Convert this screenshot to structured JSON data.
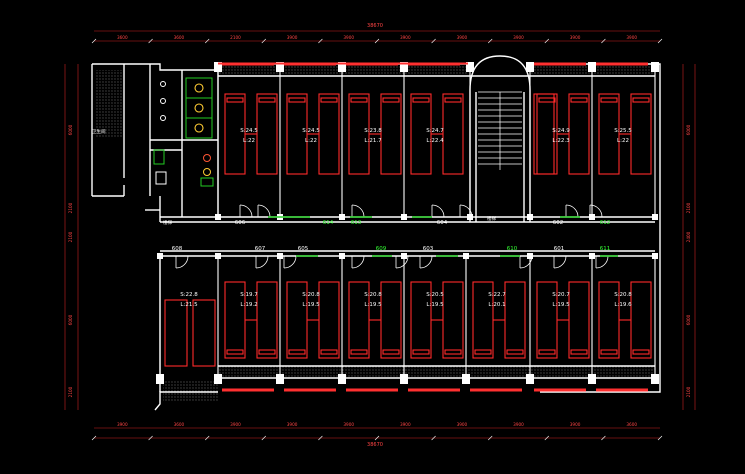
{
  "colors": {
    "background": "#000000",
    "wall": "#ffffff",
    "furniture": "#ff2a2a",
    "window": "#ff3030",
    "door_green": "#22cc22",
    "dim_line": "#cc2222",
    "dim_text": "#ff4444",
    "room_no_white": "#ffffff",
    "room_no_green": "#33ff33",
    "fixture": "#ffcc33",
    "hatch": "#bbbbbb"
  },
  "top_rooms": [
    {
      "area": "S:24.5",
      "length": "L:22"
    },
    {
      "area": "S:24.5",
      "length": "L:22"
    },
    {
      "area": "S:23.8",
      "length": "L:21.7"
    },
    {
      "area": "S:24.7",
      "length": "L:22.4"
    },
    {
      "area": "S:24.9",
      "length": "L:22.3"
    },
    {
      "area": "S:25.5",
      "length": "L:22"
    }
  ],
  "bottom_rooms": [
    {
      "area": "S:22.8",
      "length": "L:21.5"
    },
    {
      "area": "S:19.7",
      "length": "L:19.2"
    },
    {
      "area": "S:20.8",
      "length": "L:19.5"
    },
    {
      "area": "S:20.8",
      "length": "L:19.5"
    },
    {
      "area": "S:20.5",
      "length": "L:19.5"
    },
    {
      "area": "S:22.7",
      "length": "L:20.1"
    },
    {
      "area": "S:20.7",
      "length": "L:19.5"
    },
    {
      "area": "S:20.8",
      "length": "L:19.6"
    }
  ],
  "room_numbers_top": [
    "606",
    "614",
    "613",
    "604",
    "602",
    "612"
  ],
  "room_numbers_mid": [
    "608",
    "607",
    "605",
    "609",
    "603",
    "610",
    "601",
    "611"
  ],
  "labels": {
    "toilet": "卫生间",
    "stair_up": "楼梯",
    "left_side": "楼梯",
    "overall_top": "38670",
    "overall_bottom": "38670"
  },
  "dims_top": [
    "3600",
    "3600",
    "2100",
    "3900",
    "3900",
    "3900",
    "3900",
    "3900",
    "3900",
    "3900"
  ],
  "dims_bottom": [
    "3900",
    "3600",
    "3900",
    "3900",
    "3900",
    "3900",
    "3900",
    "3900",
    "3900",
    "3600"
  ],
  "dims_left": [
    "6000",
    "2100",
    "2100",
    "6000",
    "2100"
  ],
  "dims_right": [
    "6000",
    "2100",
    "2400",
    "6000",
    "2100"
  ]
}
